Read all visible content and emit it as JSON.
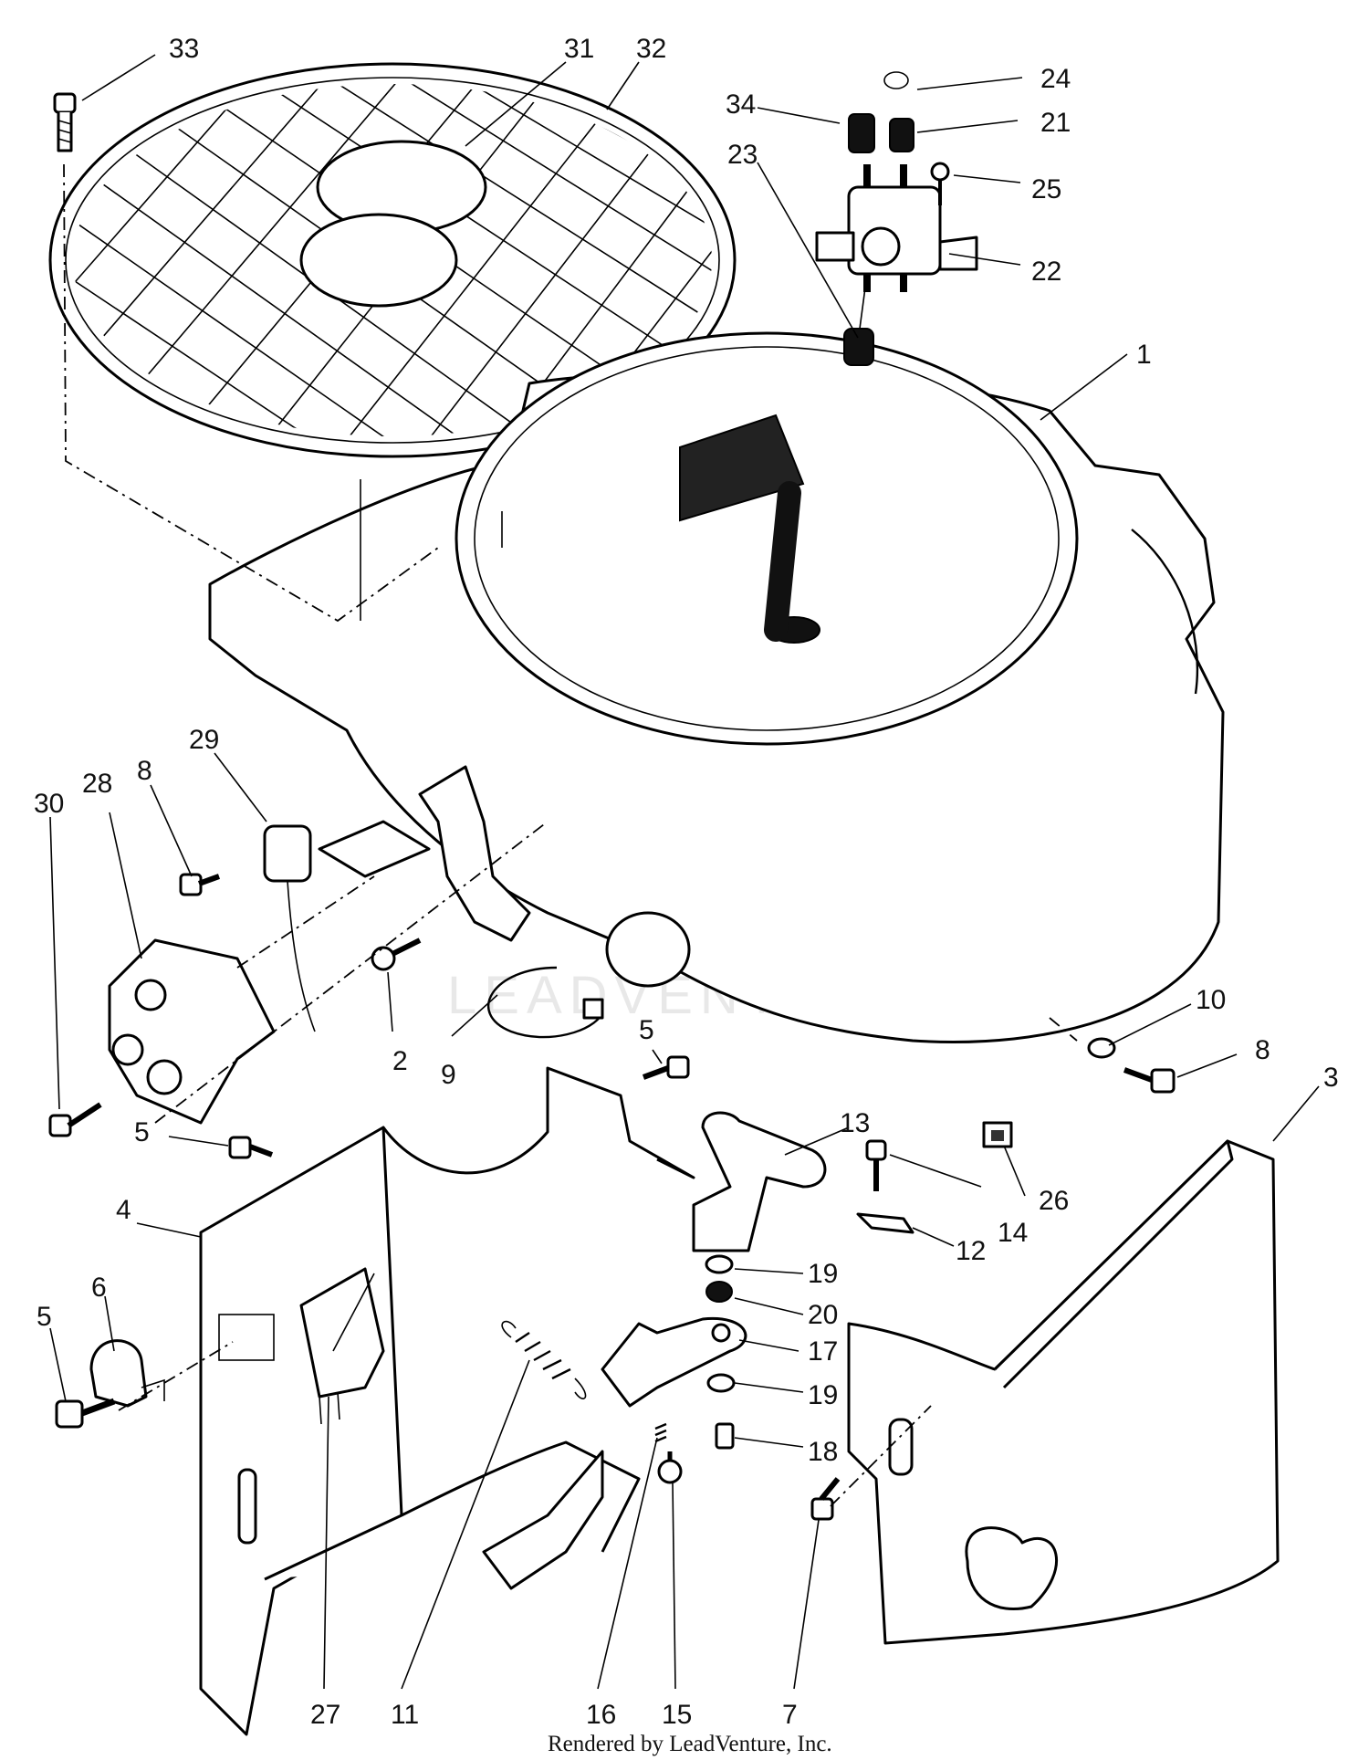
{
  "diagram": {
    "callouts": [
      {
        "id": "33",
        "label": "33"
      },
      {
        "id": "31",
        "label": "31"
      },
      {
        "id": "32",
        "label": "32"
      },
      {
        "id": "24",
        "label": "24"
      },
      {
        "id": "34",
        "label": "34"
      },
      {
        "id": "21",
        "label": "21"
      },
      {
        "id": "23",
        "label": "23"
      },
      {
        "id": "25",
        "label": "25"
      },
      {
        "id": "22",
        "label": "22"
      },
      {
        "id": "1",
        "label": "1"
      },
      {
        "id": "29",
        "label": "29"
      },
      {
        "id": "28",
        "label": "28"
      },
      {
        "id": "8a",
        "label": "8"
      },
      {
        "id": "30",
        "label": "30"
      },
      {
        "id": "2",
        "label": "2"
      },
      {
        "id": "9",
        "label": "9"
      },
      {
        "id": "5a",
        "label": "5"
      },
      {
        "id": "10",
        "label": "10"
      },
      {
        "id": "8b",
        "label": "8"
      },
      {
        "id": "3",
        "label": "3"
      },
      {
        "id": "5b",
        "label": "5"
      },
      {
        "id": "13",
        "label": "13"
      },
      {
        "id": "14",
        "label": "14"
      },
      {
        "id": "26",
        "label": "26"
      },
      {
        "id": "12",
        "label": "12"
      },
      {
        "id": "4",
        "label": "4"
      },
      {
        "id": "6",
        "label": "6"
      },
      {
        "id": "19a",
        "label": "19"
      },
      {
        "id": "20",
        "label": "20"
      },
      {
        "id": "17",
        "label": "17"
      },
      {
        "id": "5c",
        "label": "5"
      },
      {
        "id": "19b",
        "label": "19"
      },
      {
        "id": "18",
        "label": "18"
      },
      {
        "id": "27",
        "label": "27"
      },
      {
        "id": "11",
        "label": "11"
      },
      {
        "id": "16",
        "label": "16"
      },
      {
        "id": "15",
        "label": "15"
      },
      {
        "id": "7",
        "label": "7"
      }
    ],
    "footer": "Rendered by LeadVenture, Inc.",
    "watermark": "LEADVENTURE"
  }
}
